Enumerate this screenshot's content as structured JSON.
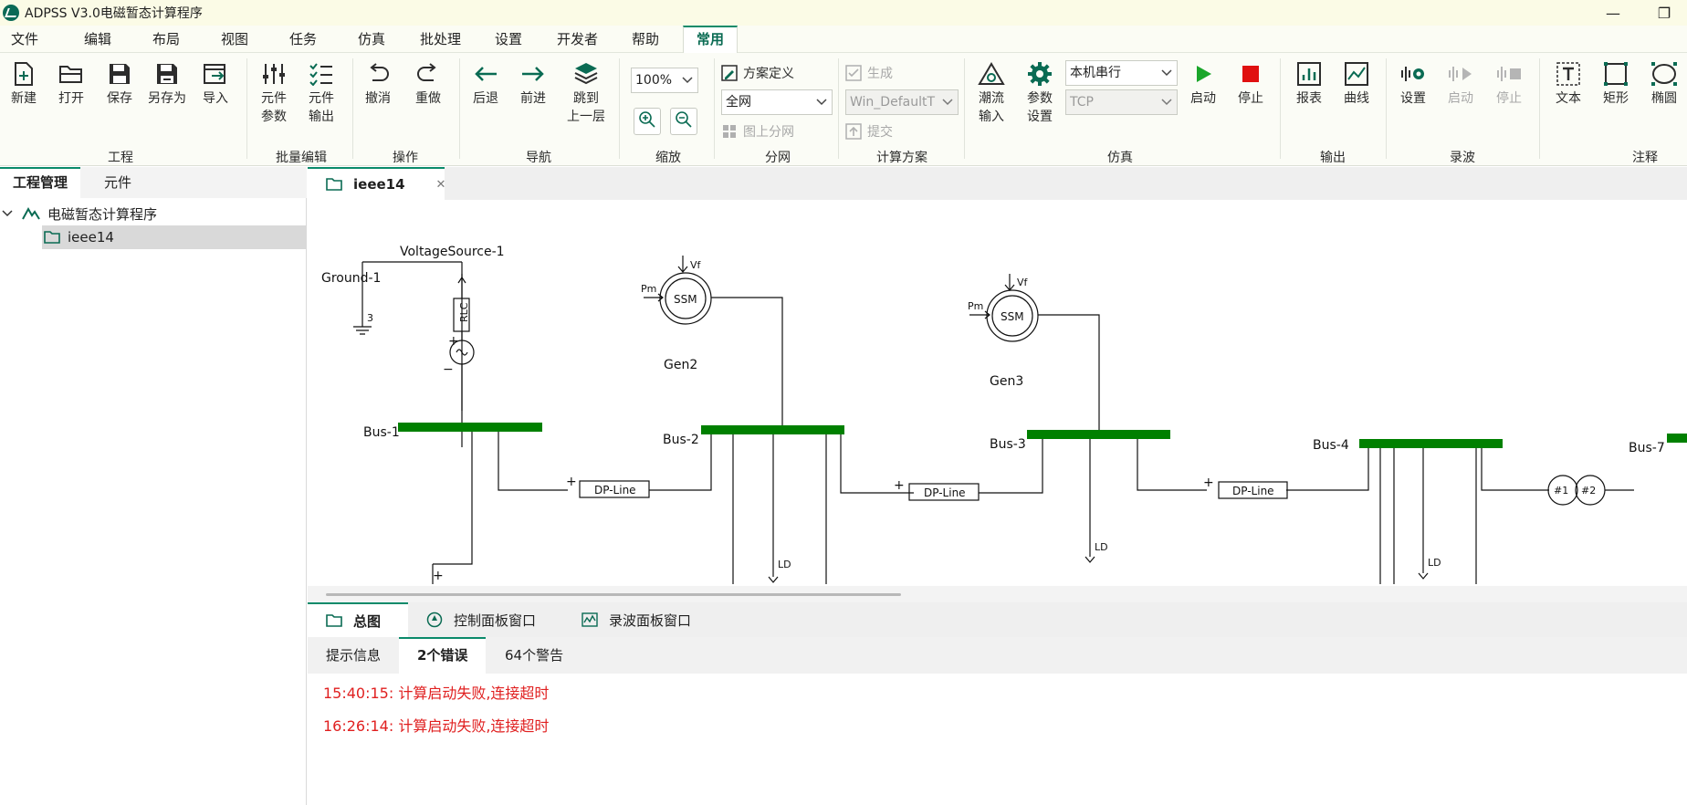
{
  "window": {
    "title": "ADPSS V3.0电磁暂态计算程序",
    "restore_glyph": "❐",
    "min_glyph": "—"
  },
  "menu": [
    "文件",
    "编辑",
    "布局",
    "视图",
    "任务",
    "仿真",
    "批处理",
    "设置",
    "开发者",
    "帮助",
    "常用"
  ],
  "ribbon": {
    "project": {
      "label": "工程",
      "new": "新建",
      "open": "打开",
      "save": "保存",
      "save_as": "另存为",
      "import": "导入"
    },
    "batch": {
      "label": "批量编辑",
      "param_l1": "元件",
      "param_l2": "参数",
      "output_l1": "元件",
      "output_l2": "输出"
    },
    "ops": {
      "label": "操作",
      "undo": "撤消",
      "redo": "重做"
    },
    "nav": {
      "label": "导航",
      "back": "后退",
      "forward": "前进",
      "up_l1": "跳到",
      "up_l2": "上一层"
    },
    "zoom": {
      "label": "缩放",
      "value": "100%"
    },
    "subnet": {
      "label": "分网",
      "define": "方案定义",
      "scope": "全网",
      "upper": "图上分网"
    },
    "plan": {
      "label": "计算方案",
      "generate": "生成",
      "scheme": "Win_DefaultT",
      "submit": "提交"
    },
    "sim": {
      "label": "仿真",
      "flow_l1": "潮流",
      "flow_l2": "输入",
      "params_l1": "参数",
      "params_l2": "设置",
      "mode": "本机串行",
      "protocol": "TCP",
      "start": "启动",
      "stop": "停止"
    },
    "output": {
      "label": "输出",
      "report": "报表",
      "curve": "曲线"
    },
    "record": {
      "label": "录波",
      "settings": "设置",
      "start": "启动",
      "stop": "停止"
    },
    "annot": {
      "label": "注释",
      "text": "文本",
      "rect": "矩形",
      "ellipse": "椭圆"
    }
  },
  "left": {
    "tabs": [
      "工程管理",
      "元件"
    ],
    "tree": {
      "root": "电磁暂态计算程序",
      "child": "ieee14"
    }
  },
  "doc_tab": {
    "title": "ieee14",
    "close": "✕"
  },
  "diagram": {
    "ground": "Ground-1",
    "ground_no": "3",
    "vsource": "VoltageSource-1",
    "rlc": "RLC",
    "gen2": "Gen2",
    "gen3": "Gen3",
    "ssm": "SSM",
    "pm": "Pm",
    "vf": "Vf",
    "buses": [
      "Bus-1",
      "Bus-2",
      "Bus-3",
      "Bus-4",
      "Bus-7"
    ],
    "dpline": "DP-Line",
    "load": "LD",
    "tx1": "#1",
    "tx2": "#2"
  },
  "view_tabs": [
    "总图",
    "控制面板窗口",
    "录波面板窗口"
  ],
  "msg_tabs": [
    "提示信息",
    "2个错误",
    "64个警告"
  ],
  "messages": [
    "15:40:15: 计算启动失败,连接超时",
    "16:26:14: 计算启动失败,连接超时"
  ],
  "colors": {
    "accent": "#0a8a6a",
    "bus": "#008000",
    "error": "#e02020",
    "start": "#1aa62a",
    "stop": "#e01010"
  }
}
